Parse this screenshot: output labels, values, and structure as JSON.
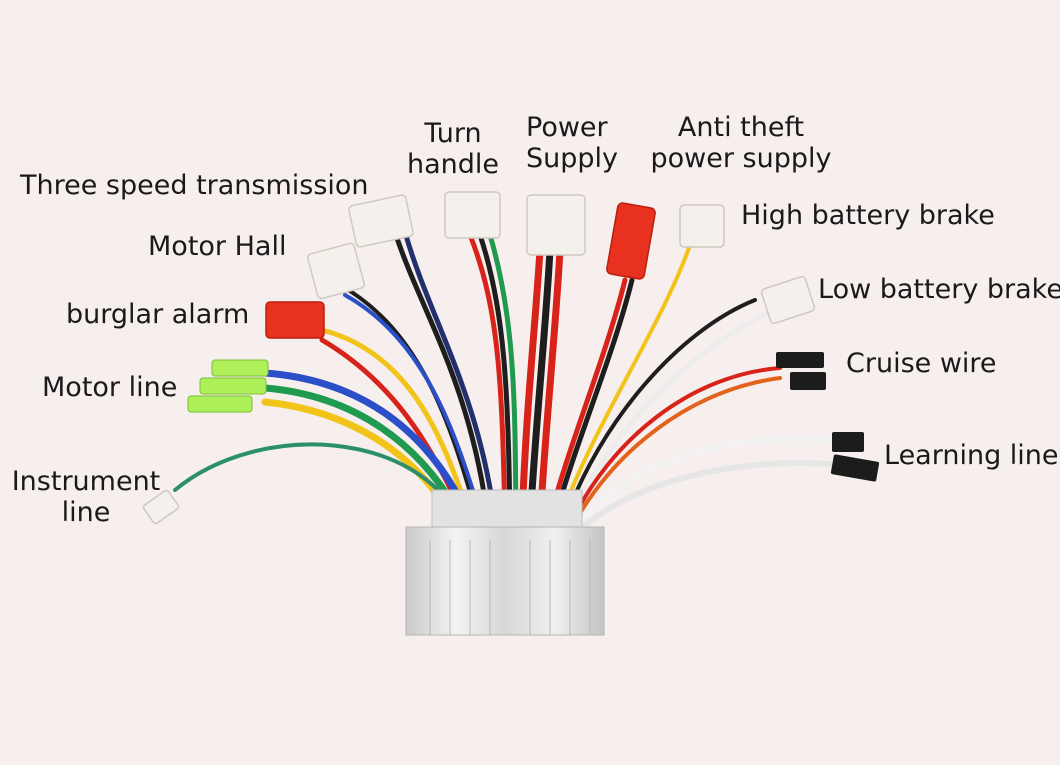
{
  "labels": {
    "three_speed": "Three speed transmission",
    "turn_handle": [
      "Turn",
      "handle"
    ],
    "power_supply": [
      "Power",
      "Supply"
    ],
    "anti_theft": [
      "Anti theft",
      "power supply"
    ],
    "high_brake": "High battery brake",
    "motor_hall": "Motor Hall",
    "burglar_alarm": "burglar alarm",
    "low_brake": "Low battery brake",
    "motor_line": "Motor line",
    "cruise": "Cruise wire",
    "learning": "Learning line",
    "instrument": [
      "Instrument",
      "line"
    ]
  },
  "colors": {
    "background": "#f6efee",
    "red_connector": "#e8321f",
    "green_connector": "#aef05a",
    "white_connector": "#f4f1ec",
    "black_connector": "#1c1c1c",
    "controller_body": "#dcdcdc"
  },
  "wire_colors": {
    "red": "#d8231b",
    "black": "#1e1e1e",
    "yellow": "#f2c318",
    "green": "#1f9a4e",
    "blue": "#2a4fc8",
    "navy": "#22306e",
    "white": "#ececec",
    "teal": "#2a8f6a",
    "orange": "#e2641c"
  }
}
